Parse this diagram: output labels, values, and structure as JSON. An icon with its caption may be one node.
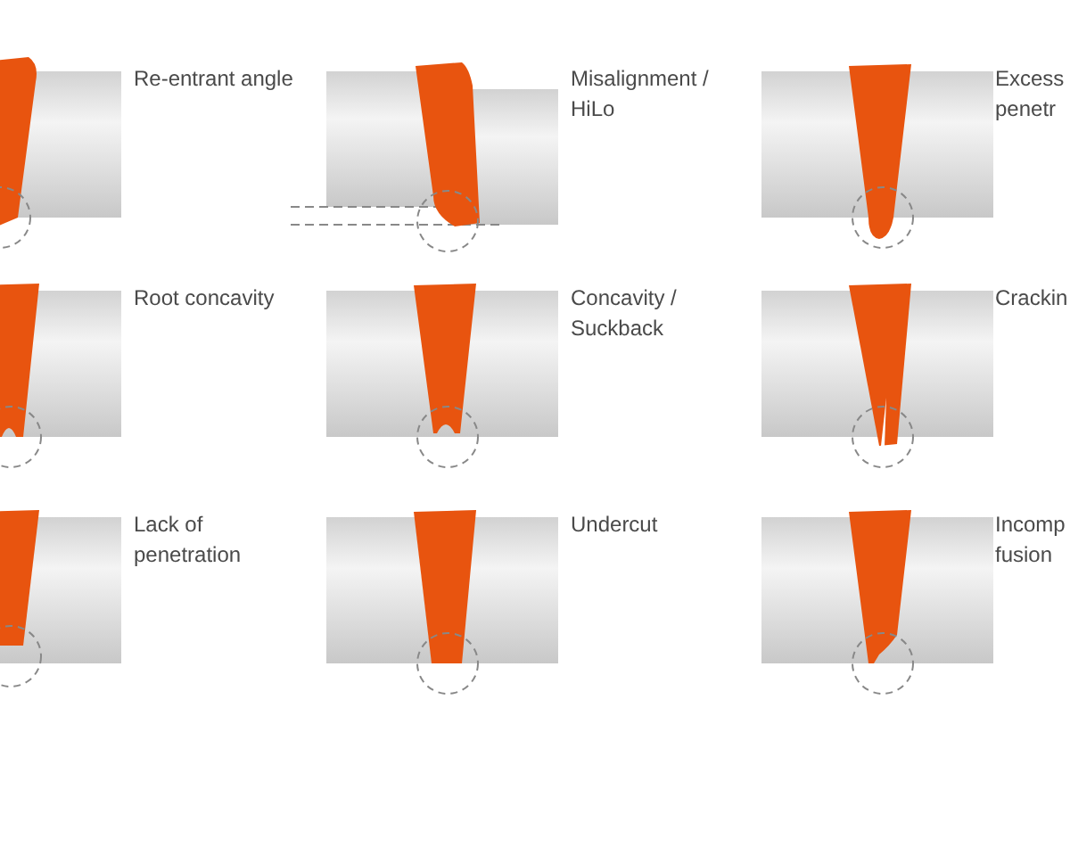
{
  "diagram": {
    "labels": [
      "Re-entrant angle",
      "Misalignment / HiLo",
      "Excess penetr",
      "Root concavity",
      "Concavity / Suckback",
      "Crackin",
      "Lack of penetration",
      "Undercut",
      "Incomp fusion"
    ]
  }
}
